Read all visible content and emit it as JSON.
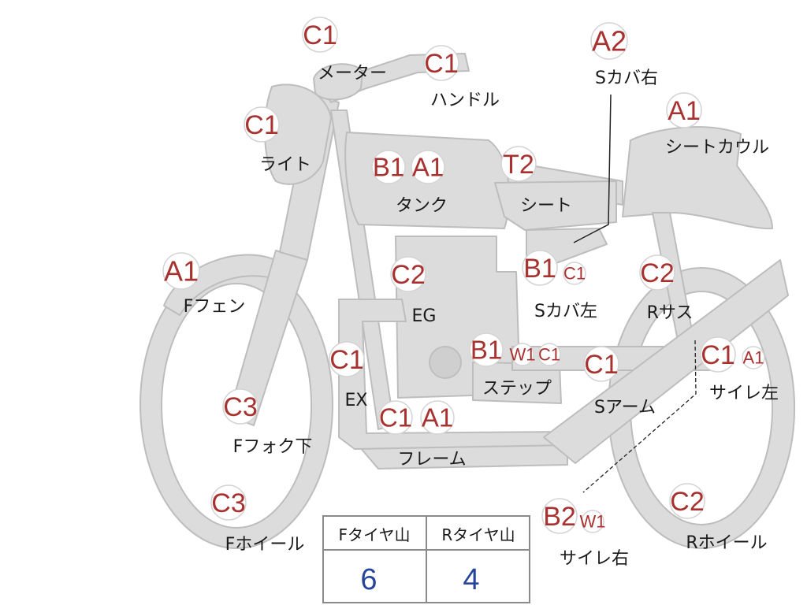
{
  "colors": {
    "body_fill": "#dcdcdc",
    "body_stroke": "#bdbdbd",
    "grade_text": "#a8322f",
    "value_text": "#27469a"
  },
  "parts": [
    {
      "id": "meter",
      "label": "メーター",
      "grades": [
        "C1"
      ]
    },
    {
      "id": "handle",
      "label": "ハンドル",
      "grades": [
        "C1"
      ]
    },
    {
      "id": "side-cover-right",
      "label": "Sカバ右",
      "grades": [
        "A2"
      ]
    },
    {
      "id": "seat-cowl",
      "label": "シートカウル",
      "grades": [
        "A1"
      ]
    },
    {
      "id": "light",
      "label": "ライト",
      "grades": [
        "C1"
      ]
    },
    {
      "id": "tank",
      "label": "タンク",
      "grades": [
        "B1",
        "A1"
      ]
    },
    {
      "id": "seat",
      "label": "シート",
      "grades": [
        "T2"
      ]
    },
    {
      "id": "front-fender",
      "label": "Fフェン",
      "grades": [
        "A1"
      ]
    },
    {
      "id": "engine",
      "label": "EG",
      "grades": [
        "C2"
      ]
    },
    {
      "id": "side-cover-left",
      "label": "Sカバ左",
      "grades": [
        "B1",
        "C1"
      ]
    },
    {
      "id": "rear-suspension",
      "label": "Rサス",
      "grades": [
        "C2"
      ]
    },
    {
      "id": "exhaust",
      "label": "EX",
      "grades": [
        "C1"
      ]
    },
    {
      "id": "step",
      "label": "ステップ",
      "grades": [
        "B1",
        "W1",
        "C1"
      ]
    },
    {
      "id": "swing-arm",
      "label": "Sアーム",
      "grades": [
        "C1"
      ]
    },
    {
      "id": "silencer-left",
      "label": "サイレ左",
      "grades": [
        "C1",
        "A1"
      ]
    },
    {
      "id": "front-fork-lower",
      "label": "Fフォク下",
      "grades": [
        "C3"
      ]
    },
    {
      "id": "frame",
      "label": "フレーム",
      "grades": [
        "C1",
        "A1"
      ]
    },
    {
      "id": "front-wheel",
      "label": "Fホイール",
      "grades": [
        "C3"
      ]
    },
    {
      "id": "silencer-right",
      "label": "サイレ右",
      "grades": [
        "B2",
        "W1"
      ]
    },
    {
      "id": "rear-wheel",
      "label": "Rホイール",
      "grades": [
        "C2"
      ]
    }
  ],
  "tire_table": {
    "headers": [
      "Fタイヤ山",
      "Rタイヤ山"
    ],
    "values": [
      "6",
      "4"
    ]
  }
}
